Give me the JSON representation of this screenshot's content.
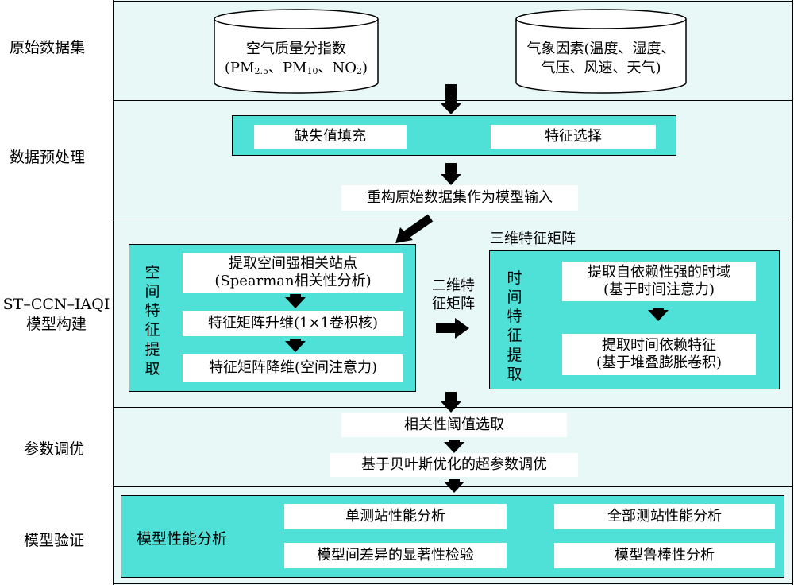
{
  "stages": {
    "raw": "原始数据集",
    "preprocess": "数据预处理",
    "model_line1": "ST–CCN–IAQI",
    "model_line2": "模型构建",
    "tuning": "参数调优",
    "validation": "模型验证"
  },
  "raw_data": {
    "air_line1": "空气质量分指数",
    "air_pm25": "(PM",
    "air_pm25_sub": "2.5",
    "air_pm10": "、PM",
    "air_pm10_sub": "10",
    "air_no2": "、NO",
    "air_no2_sub": "2",
    "air_close": ")",
    "meteo_line1": "气象因素(温度、湿度、",
    "meteo_line2": "气压、风速、天气)"
  },
  "preprocess": {
    "fill_missing": "缺失值填充",
    "feature_select": "特征选择",
    "rebuild": "重构原始数据集作为模型输入"
  },
  "model": {
    "three_d_label": "三维特征矩阵",
    "two_d_label_line1": "二维特",
    "two_d_label_line2": "征矩阵",
    "spatial_title": [
      "空",
      "间",
      "特",
      "征",
      "提",
      "取"
    ],
    "spatial_step1_line1": "提取空间强相关站点",
    "spatial_step1_line2": "(Spearman相关性分析)",
    "spatial_step2": "特征矩阵升维(1×1卷积核)",
    "spatial_step3": "特征矩阵降维(空间注意力)",
    "temporal_title": [
      "时",
      "间",
      "特",
      "征",
      "提",
      "取"
    ],
    "temporal_step1_line1": "提取自依赖性强的时域",
    "temporal_step1_line2": "(基于时间注意力)",
    "temporal_step2_line1": "提取时间依赖特征",
    "temporal_step2_line2": "(基于堆叠膨胀卷积)"
  },
  "tuning": {
    "threshold": "相关性阈值选取",
    "bayes": "基于贝叶斯优化的超参数调优"
  },
  "validation": {
    "title": "模型性能分析",
    "single_station": "单测站性能分析",
    "all_stations": "全部测站性能分析",
    "significance": "模型间差异的显著性检验",
    "robustness": "模型鲁棒性分析"
  },
  "colors": {
    "band": "#e8f8f7",
    "teal": "#4fe0d8",
    "white": "#ffffff",
    "line": "#000000"
  }
}
